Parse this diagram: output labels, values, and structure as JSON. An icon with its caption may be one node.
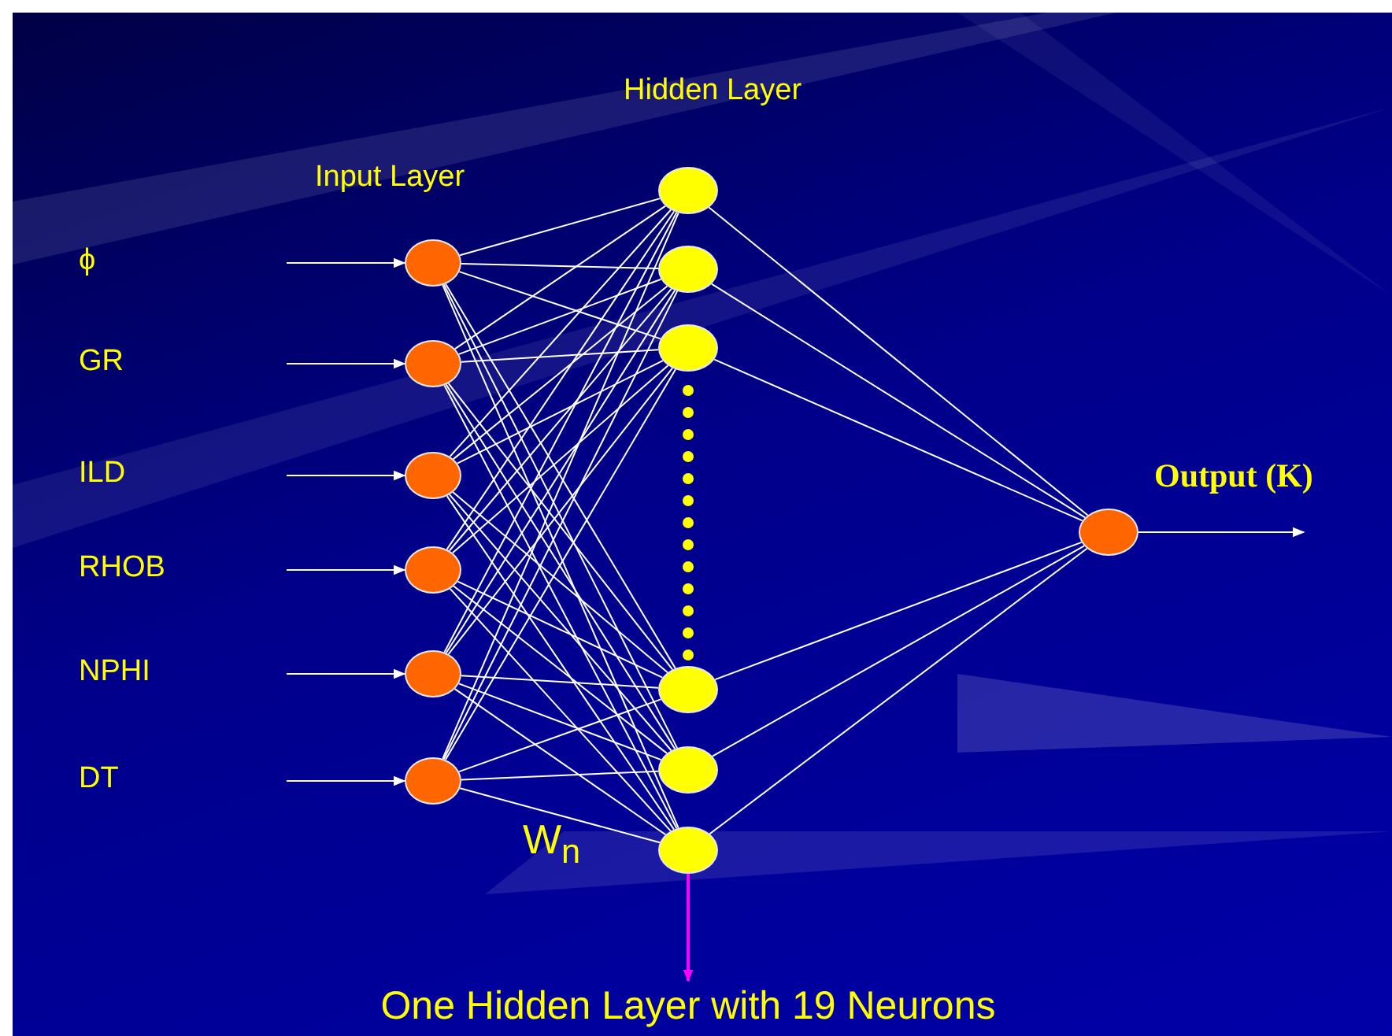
{
  "diagram": {
    "title": "Hidden Layer",
    "nodes": [
      {
        "text": [],
        "shape": "circle"
      },
      {
        "text": [],
        "shape": "circle"
      },
      {
        "text": [],
        "shape": "circle"
      },
      {
        "text": [],
        "shape": "circle"
      },
      {
        "text": [],
        "shape": "circle"
      },
      {
        "text": [],
        "shape": "circle"
      },
      {
        "text": [],
        "shape": "circle"
      },
      {
        "text": [],
        "shape": "circle"
      },
      {
        "text": [],
        "shape": "circle"
      },
      {
        "text": [],
        "shape": "circle"
      },
      {
        "text": [],
        "shape": "circle"
      },
      {
        "text": [],
        "shape": "circle"
      },
      {
        "text": [],
        "shape": "circle"
      },
      {
        "text": [
          "One Hidden Layer with 19 Neurons"
        ]
      }
    ],
    "edges": [
      {
        "from": null,
        "to": 0,
        "arrow": "to"
      },
      {
        "from": null,
        "to": 1,
        "arrow": "to"
      },
      {
        "from": null,
        "to": 2,
        "arrow": "to"
      },
      {
        "from": null,
        "to": 3,
        "arrow": "to"
      },
      {
        "from": null,
        "to": 4,
        "arrow": "to"
      },
      {
        "from": null,
        "to": 5,
        "arrow": "to"
      },
      {
        "from": 0,
        "to": 6,
        "arrow": "none"
      },
      {
        "from": 0,
        "to": 7,
        "arrow": "none"
      },
      {
        "from": 0,
        "to": 8,
        "arrow": "none"
      },
      {
        "from": 0,
        "to": 9,
        "arrow": "none"
      },
      {
        "from": 0,
        "to": 10,
        "arrow": "none"
      },
      {
        "from": 0,
        "to": 11,
        "arrow": "none"
      },
      {
        "from": 1,
        "to": 6,
        "arrow": "none"
      },
      {
        "from": 1,
        "to": 7,
        "arrow": "none"
      },
      {
        "from": 1,
        "to": 8,
        "arrow": "none"
      },
      {
        "from": 1,
        "to": 9,
        "arrow": "none"
      },
      {
        "from": 1,
        "to": 10,
        "arrow": "none"
      },
      {
        "from": 1,
        "to": 11,
        "arrow": "none"
      },
      {
        "from": 2,
        "to": 6,
        "arrow": "none"
      },
      {
        "from": 2,
        "to": 7,
        "arrow": "none"
      },
      {
        "from": 2,
        "to": 8,
        "arrow": "none"
      },
      {
        "from": 2,
        "to": 9,
        "arrow": "none"
      },
      {
        "from": 2,
        "to": 10,
        "arrow": "none"
      },
      {
        "from": 2,
        "to": 11,
        "arrow": "none"
      },
      {
        "from": 3,
        "to": 6,
        "arrow": "none"
      },
      {
        "from": 3,
        "to": 7,
        "arrow": "none"
      },
      {
        "from": 3,
        "to": 8,
        "arrow": "none"
      },
      {
        "from": 3,
        "to": 9,
        "arrow": "none"
      },
      {
        "from": 3,
        "to": 10,
        "arrow": "none"
      },
      {
        "from": 3,
        "to": 11,
        "arrow": "none"
      },
      {
        "from": 4,
        "to": 6,
        "arrow": "none"
      },
      {
        "from": 4,
        "to": 7,
        "arrow": "none"
      },
      {
        "from": 4,
        "to": 8,
        "arrow": "none"
      },
      {
        "from": 4,
        "to": 9,
        "arrow": "none"
      },
      {
        "from": 4,
        "to": 10,
        "arrow": "none"
      },
      {
        "from": 4,
        "to": 11,
        "arrow": "none"
      },
      {
        "from": 5,
        "to": 6,
        "arrow": "none"
      },
      {
        "from": 5,
        "to": 7,
        "arrow": "none"
      },
      {
        "from": 5,
        "to": 8,
        "arrow": "none"
      },
      {
        "from": 5,
        "to": 9,
        "arrow": "none"
      },
      {
        "from": 5,
        "to": 10,
        "arrow": "none"
      },
      {
        "from": 5,
        "to": 11,
        "arrow": "none"
      },
      {
        "from": 6,
        "to": 12,
        "arrow": "none"
      },
      {
        "from": 7,
        "to": 12,
        "arrow": "none"
      },
      {
        "from": 8,
        "to": 12,
        "arrow": "none"
      },
      {
        "from": 9,
        "to": 12,
        "arrow": "none"
      },
      {
        "from": 10,
        "to": 12,
        "arrow": "none"
      },
      {
        "from": 11,
        "to": 12,
        "arrow": "none"
      },
      {
        "from": 12,
        "to": null,
        "arrow": "to",
        "label": "Output (K)"
      },
      {
        "from": 11,
        "to": 13,
        "arrow": "to",
        "color": "#ff00ff"
      }
    ],
    "labels": [
      "Input Layer",
      "ϕ",
      "GR",
      "ILD",
      "RHOB",
      "NPHI",
      "DT",
      "W$_{n}$"
    ]
  }
}
